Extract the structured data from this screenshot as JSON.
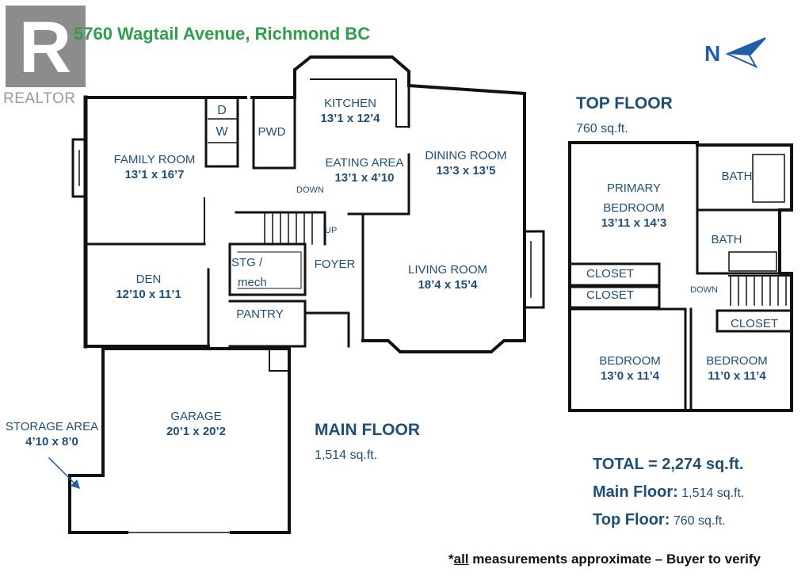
{
  "header": {
    "title": "5760 Wagtail Avenue, Richmond BC",
    "logo_text": "REALTOR",
    "logo_mark": "R",
    "compass": "N"
  },
  "colors": {
    "title": "#2e9e4d",
    "labels": "#1f4e79",
    "walls": "#111111",
    "compass": "#1f5fa8"
  },
  "main_floor": {
    "heading": "MAIN FLOOR",
    "area": "1,514 sq.ft.",
    "rooms": {
      "kitchen": {
        "name": "KITCHEN",
        "dim": "13’1 x 12’4"
      },
      "family_room": {
        "name": "FAMILY ROOM",
        "dim": "13’1 x 16’7"
      },
      "pwd": {
        "name": "PWD"
      },
      "dw_d": {
        "name": "D"
      },
      "dw_w": {
        "name": "W"
      },
      "eating_area": {
        "name": "EATING AREA",
        "dim": "13’1 x 4’10"
      },
      "dining_room": {
        "name": "DINING ROOM",
        "dim": "13’3 x 13’5"
      },
      "den": {
        "name": "DEN",
        "dim": "12’10 x 11’1"
      },
      "stg_line1": {
        "name": "STG /"
      },
      "stg_line2": {
        "name": "mech"
      },
      "foyer": {
        "name": "FOYER"
      },
      "living_room": {
        "name": "LIVING ROOM",
        "dim": "18’4 x 15’4"
      },
      "pantry": {
        "name": "PANTRY"
      },
      "garage": {
        "name": "GARAGE",
        "dim": "20’1 x 20’2"
      },
      "storage_area": {
        "name": "STORAGE AREA",
        "dim": "4’10 x 8’0"
      }
    },
    "stair_down": "DOWN",
    "stair_up": "UP"
  },
  "top_floor": {
    "heading": "TOP FLOOR",
    "area": "760 sq.ft.",
    "rooms": {
      "primary_line1": {
        "name": "PRIMARY"
      },
      "primary_line2": {
        "name": "BEDROOM",
        "dim": "13’11 x 14’3"
      },
      "bath1": {
        "name": "BATH"
      },
      "bath2": {
        "name": "BATH"
      },
      "closet1": {
        "name": "CLOSET"
      },
      "closet2": {
        "name": "CLOSET"
      },
      "closet3": {
        "name": "CLOSET"
      },
      "bedroom1": {
        "name": "BEDROOM",
        "dim": "13’0 x 11’4"
      },
      "bedroom2": {
        "name": "BEDROOM",
        "dim": "11’0 x 11’4"
      }
    },
    "stair_down": "DOWN"
  },
  "totals": {
    "total_label": "TOTAL = 2,274 sq.ft.",
    "main_label": "Main Floor:",
    "main_value": "1,514 sq.ft.",
    "top_label": "Top Floor:",
    "top_value": "760 sq.ft."
  },
  "footnote": {
    "star": "*",
    "underlined": "all",
    "rest": " measurements approximate – Buyer to verify"
  }
}
